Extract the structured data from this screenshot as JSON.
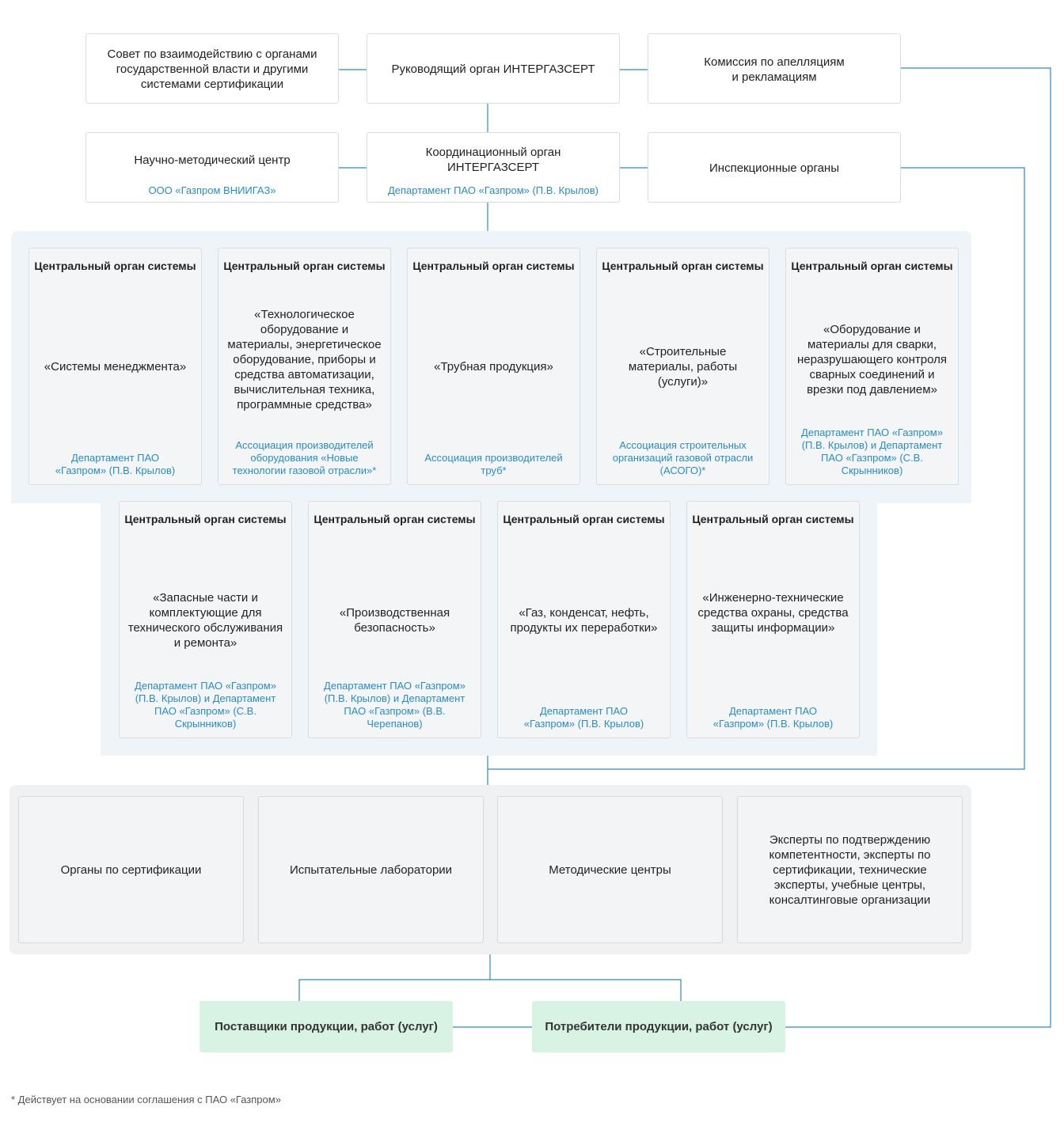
{
  "top_row": {
    "council": "Совет по взаимодействию с органами государственной власти и другими системами сертификации",
    "governing_body": "Руководящий орган ИНТЕРГАЗСЕРТ",
    "appeals_commission": "Комиссия по апелляциям\nи рекламациям"
  },
  "second_row": {
    "research_center": "Научно-методический центр",
    "research_center_sub": "ООО «Газпром ВНИИГАЗ»",
    "coordinating_body": "Координационный орган\nИНТЕРГАЗСЕРТ",
    "coordinating_body_sub": "Департамент ПАО «Газпром» (П.В. Крылов)",
    "inspection_bodies": "Инспекционные органы"
  },
  "central_bodies": {
    "header": "Центральный орган системы",
    "items": [
      {
        "name": "«Системы менеджмента»",
        "sub": "Департамент ПАО «Газпром» (П.В. Крылов)"
      },
      {
        "name": "«Технологическое оборудование и материалы, энергетическое оборудование, приборы и средства автоматизации, вычислительная техника, программные средства»",
        "sub": "Ассоциация производителей оборудования «Новые технологии газовой отрасли»*"
      },
      {
        "name": "«Трубная продукция»",
        "sub": "Ассоциация производителей труб*"
      },
      {
        "name": "«Строительные материалы, работы (услуги)»",
        "sub": "Ассоциация строительных организаций газовой отрасли (АСОГО)*"
      },
      {
        "name": "«Оборудование и материалы для сварки, неразрушающего контроля сварных соединений и врезки под давлением»",
        "sub": "Департамент ПАО «Газпром» (П.В. Крылов) и Департамент ПАО «Газпром» (С.В. Скрынников)"
      },
      {
        "name": "«Запасные части и комплектующие для технического обслуживания и ремонта»",
        "sub": "Департамент ПАО «Газпром» (П.В. Крылов) и Департамент ПАО «Газпром» (С.В. Скрынников)"
      },
      {
        "name": "«Производственная безопасность»",
        "sub": "Департамент ПАО «Газпром» (П.В. Крылов) и Департамент ПАО «Газпром» (В.В. Черепанов)"
      },
      {
        "name": "«Газ, конденсат, нефть, продукты их переработки»",
        "sub": "Департамент ПАО «Газпром» (П.В. Крылов)"
      },
      {
        "name": "«Инженерно-технические средства охраны, средства защиты информации»",
        "sub": "Департамент ПАО «Газпром» (П.В. Крылов)"
      }
    ]
  },
  "participants": [
    "Органы по сертификации",
    "Испытательные лаборатории",
    "Методические центры",
    "Эксперты по подтверждению компетентности, эксперты по сертификации, технические эксперты, учебные центры, консалтинговые организации"
  ],
  "market": {
    "suppliers": "Поставщики продукции, работ (услуг)",
    "consumers": "Потребители продукции, работ (услуг)"
  },
  "footnote": "* Действует на основании соглашения с ПАО «Газпром»",
  "colors": {
    "line": "#2a8cc4",
    "sub_text": "#2a8cc4",
    "central_panel": "#eef4f8",
    "participants_panel": "#f0f1f2",
    "market_box": "#d8f3e3"
  }
}
